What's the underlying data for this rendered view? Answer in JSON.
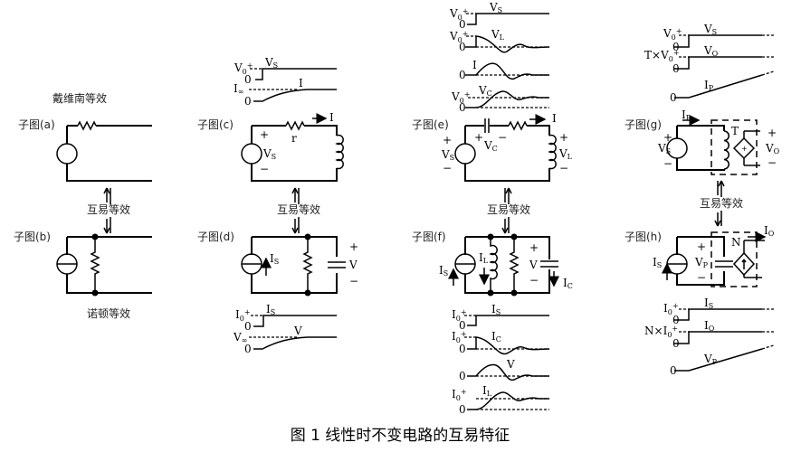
{
  "caption": "图 1  线性时不变电路的互易特征",
  "reciprocal_label": "互易等效",
  "thevenin_label": "戴维南等效",
  "norton_label": "诺顿等效",
  "subfigures": {
    "a": "子图(a)",
    "b": "子图(b)",
    "c": "子图(c)",
    "d": "子图(d)",
    "e": "子图(e)",
    "f": "子图(f)",
    "g": "子图(g)",
    "h": "子图(h)"
  },
  "symbols": {
    "plus": "+",
    "minus": "−",
    "zero": "0",
    "V": "V",
    "I": "I",
    "r": "r",
    "T": "T",
    "N": "N",
    "sub_S": "S",
    "sub_L": "L",
    "sub_C": "C",
    "sub_P": "P",
    "sub_O": "O",
    "sub_0": "0",
    "sup_plus": "+",
    "sub_inf": "∞",
    "T_times": "T×",
    "N_times": "N×"
  },
  "waveforms": {
    "c": [
      {
        "signal": "VS",
        "initial": "V0+",
        "shape": "step"
      },
      {
        "signal": "I",
        "final": "I∞",
        "shape": "exponential-rise"
      }
    ],
    "d": [
      {
        "signal": "IS",
        "initial": "I0+",
        "shape": "step"
      },
      {
        "signal": "V",
        "final": "V∞",
        "shape": "exponential-rise"
      }
    ],
    "e": [
      {
        "signal": "VS",
        "initial": "V0+",
        "shape": "step"
      },
      {
        "signal": "VL",
        "initial": "V0+",
        "shape": "damped-decay"
      },
      {
        "signal": "I",
        "shape": "damped-pulse"
      },
      {
        "signal": "VC",
        "final": "V0+",
        "shape": "damped-rise"
      }
    ],
    "f": [
      {
        "signal": "IS",
        "initial": "I0+",
        "shape": "step"
      },
      {
        "signal": "IC",
        "initial": "I0+",
        "shape": "damped-decay"
      },
      {
        "signal": "V",
        "shape": "damped-pulse"
      },
      {
        "signal": "IL",
        "final": "I0+",
        "shape": "damped-rise"
      }
    ],
    "g": [
      {
        "signal": "VS",
        "initial": "V0+",
        "shape": "step"
      },
      {
        "signal": "VO",
        "initial": "T×V0+",
        "shape": "step"
      },
      {
        "signal": "IP",
        "shape": "ramp"
      }
    ],
    "h": [
      {
        "signal": "IS",
        "initial": "I0+",
        "shape": "step"
      },
      {
        "signal": "IO",
        "initial": "N×I0+",
        "shape": "step"
      },
      {
        "signal": "VP",
        "shape": "ramp"
      }
    ]
  }
}
